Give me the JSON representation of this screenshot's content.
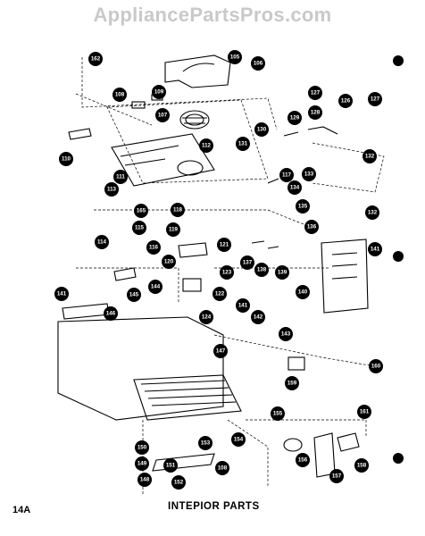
{
  "watermark": "AppliancePartsPros.com",
  "page_number": "14A",
  "caption": "INTEPIOR PARTS",
  "callouts": [
    "162",
    "105",
    "106",
    "108",
    "109",
    "107",
    "112",
    "110",
    "111",
    "113",
    "127",
    "126",
    "127",
    "129",
    "128",
    "130",
    "131",
    "132",
    "117",
    "133",
    "134",
    "135",
    "136",
    "132",
    "118",
    "119",
    "165",
    "115",
    "114",
    "116",
    "121",
    "120",
    "123",
    "137",
    "138",
    "139",
    "141",
    "122",
    "124",
    "145",
    "144",
    "141",
    "146",
    "141",
    "140",
    "142",
    "143",
    "147",
    "160",
    "159",
    "155",
    "161",
    "154",
    "153",
    "150",
    "149",
    "151",
    "148",
    "152",
    "108",
    "156",
    "158",
    "157"
  ]
}
